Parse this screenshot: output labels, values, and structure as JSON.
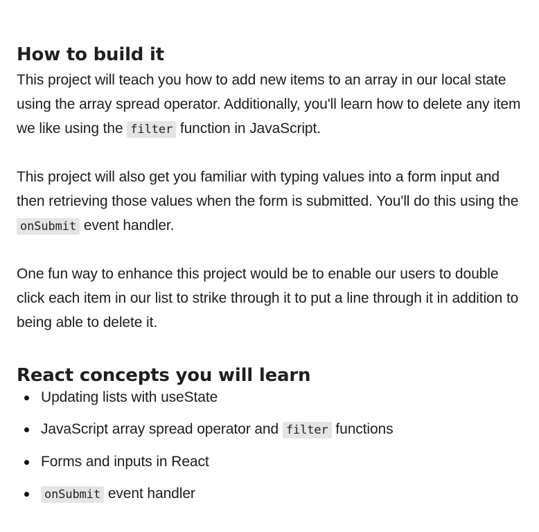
{
  "section_build": {
    "title": "How to build it",
    "p1": {
      "text1": "This project will teach you how to add new items to an array in our local state using the array spread operator. Additionally, you'll learn how to delete any item we like using the ",
      "code": "filter",
      "text2": " function in JavaScript."
    },
    "p2": {
      "text1": "This project will also get you familiar with typing values into a form input and then retrieving those values when the form is submitted. You'll do this using the ",
      "code": "onSubmit",
      "text2": " event handler."
    },
    "p3": {
      "text1": "One fun way to enhance this project would be to enable our users to double click each item in our list to strike through it to put a line through it in addition to being able to delete it."
    }
  },
  "section_concepts": {
    "title": "React concepts you will learn",
    "items": [
      {
        "text1": "Updating lists with useState",
        "code": "",
        "text2": ""
      },
      {
        "text1": "JavaScript array spread operator and ",
        "code": "filter",
        "text2": " functions"
      },
      {
        "text1": "Forms and inputs in React",
        "code": "",
        "text2": ""
      },
      {
        "text1": "",
        "code": "onSubmit",
        "text2": " event handler"
      }
    ]
  }
}
